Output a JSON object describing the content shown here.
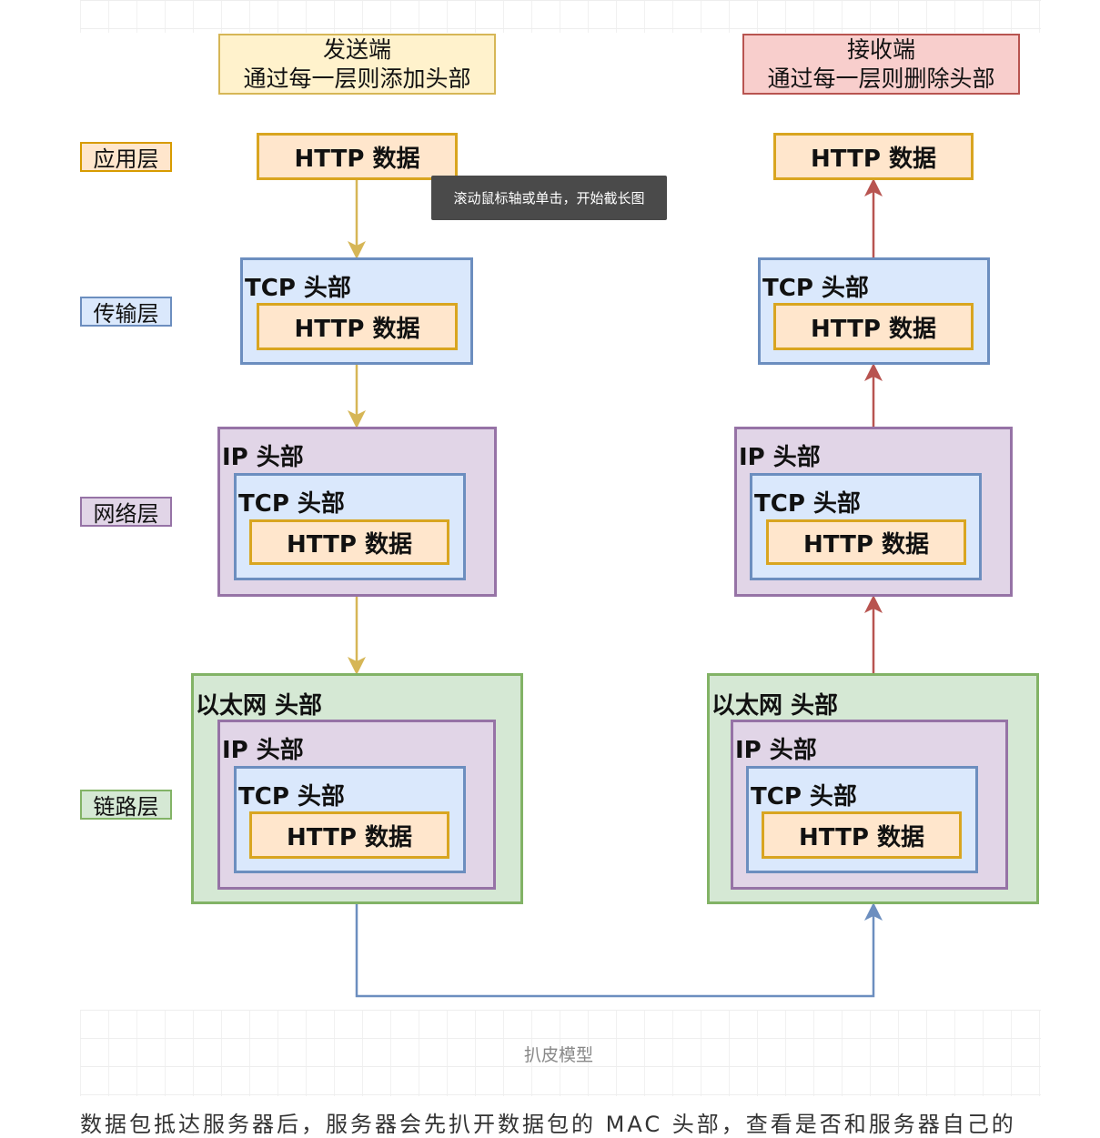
{
  "sender": {
    "line1": "发送端",
    "line2": "通过每一层则添加头部"
  },
  "receiver": {
    "line1": "接收端",
    "line2": "通过每一层则删除头部"
  },
  "layers": {
    "app": "应用层",
    "transport": "传输层",
    "network": "网络层",
    "link": "链路层"
  },
  "box": {
    "http": "HTTP 数据",
    "tcp": "TCP 头部",
    "ip": "IP 头部",
    "eth": "以太网 头部"
  },
  "tooltip": "滚动鼠标轴或单击，开始截长图",
  "caption": "扒皮模型",
  "paragraph": "数据包抵达服务器后，服务器会先扒开数据包的 MAC 头部，查看是否和服务器自己的",
  "colors": {
    "sender_arrow": "#d6b656",
    "receiver_arrow": "#b85450",
    "link_arrow": "#6c8ebf"
  }
}
